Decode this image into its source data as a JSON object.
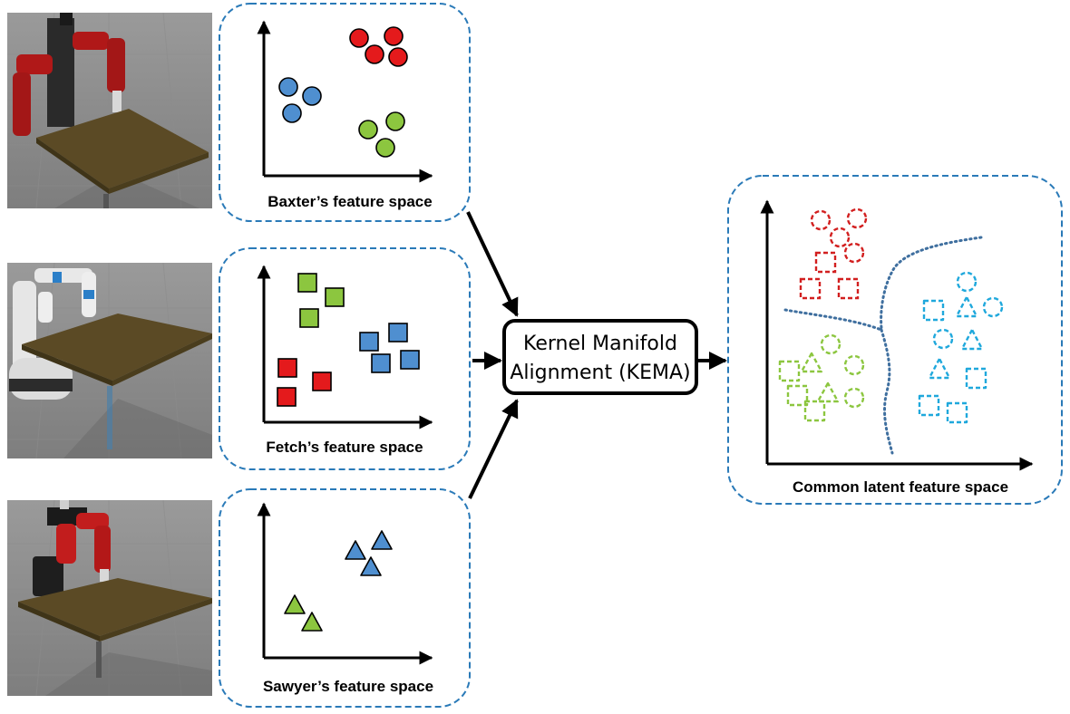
{
  "colors": {
    "red": "#e41a1c",
    "blue": "#4f8fd0",
    "green": "#8cc63f",
    "cyan": "#1fa8dc",
    "latent_red": "#d21f1f",
    "latent_green": "#8cc63f",
    "boundary": "#3f6f9f",
    "panel_border": "#2a7ab8"
  },
  "robots": [
    {
      "name": "Baxter",
      "image": "Baxter robot at table"
    },
    {
      "name": "Fetch",
      "image": "Fetch robot at table"
    },
    {
      "name": "Sawyer",
      "image": "Sawyer robot at table"
    }
  ],
  "panels": {
    "baxter": {
      "caption": "Baxter’s feature space",
      "marker": "circle"
    },
    "fetch": {
      "caption": "Fetch’s feature space",
      "marker": "square"
    },
    "sawyer": {
      "caption": "Sawyer’s feature space",
      "marker": "triangle"
    },
    "latent": {
      "caption": "Common latent feature space"
    }
  },
  "kema": {
    "line1": "Kernel Manifold",
    "line2": "Alignment (KEMA)"
  }
}
